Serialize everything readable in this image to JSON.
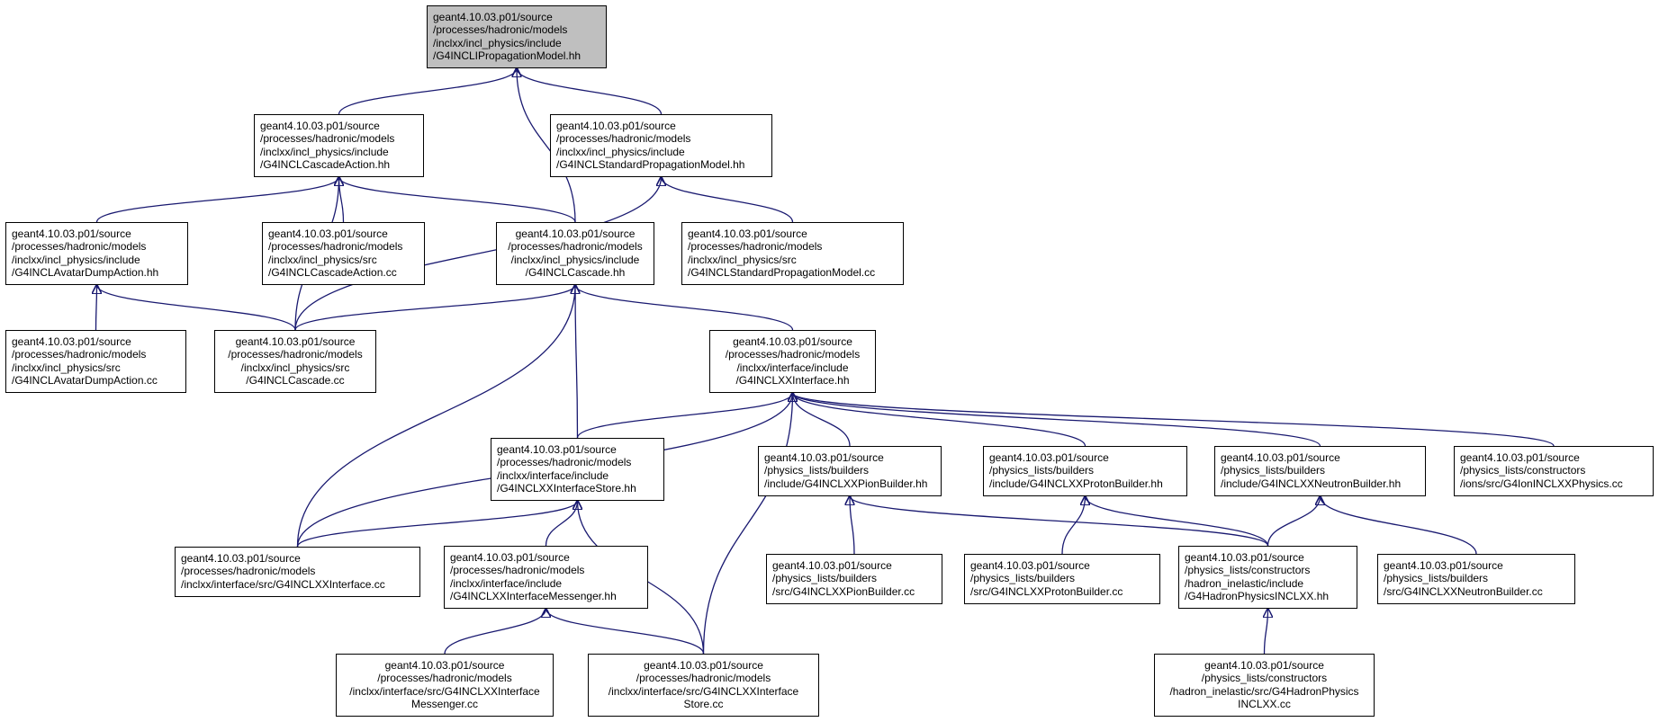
{
  "nodes": [
    {
      "id": "n0",
      "lines": [
        "geant4.10.03.p01/source",
        "/processes/hadronic/models",
        "/inclxx/incl_physics/include",
        "/G4INCLIPropagationModel.hh"
      ],
      "root": true
    },
    {
      "id": "n1",
      "lines": [
        "geant4.10.03.p01/source",
        "/processes/hadronic/models",
        "/inclxx/incl_physics/include",
        "/G4INCLCascadeAction.hh"
      ]
    },
    {
      "id": "n2",
      "lines": [
        "geant4.10.03.p01/source",
        "/processes/hadronic/models",
        "/inclxx/incl_physics/include",
        "/G4INCLStandardPropagationModel.hh"
      ]
    },
    {
      "id": "n3",
      "lines": [
        "geant4.10.03.p01/source",
        "/processes/hadronic/models",
        "/inclxx/incl_physics/include",
        "/G4INCLAvatarDumpAction.hh"
      ]
    },
    {
      "id": "n4",
      "lines": [
        "geant4.10.03.p01/source",
        "/processes/hadronic/models",
        "/inclxx/incl_physics/src",
        "/G4INCLCascadeAction.cc"
      ]
    },
    {
      "id": "n5",
      "lines": [
        "geant4.10.03.p01/source",
        "/processes/hadronic/models",
        "/inclxx/incl_physics/include",
        "/G4INCLCascade.hh"
      ]
    },
    {
      "id": "n6",
      "lines": [
        "geant4.10.03.p01/source",
        "/processes/hadronic/models",
        "/inclxx/incl_physics/src",
        "/G4INCLStandardPropagationModel.cc"
      ]
    },
    {
      "id": "n7",
      "lines": [
        "geant4.10.03.p01/source",
        "/processes/hadronic/models",
        "/inclxx/incl_physics/src",
        "/G4INCLAvatarDumpAction.cc"
      ]
    },
    {
      "id": "n8",
      "lines": [
        "geant4.10.03.p01/source",
        "/processes/hadronic/models",
        "/inclxx/incl_physics/src",
        "/G4INCLCascade.cc"
      ]
    },
    {
      "id": "n9",
      "lines": [
        "geant4.10.03.p01/source",
        "/processes/hadronic/models",
        "/inclxx/interface/include",
        "/G4INCLXXInterface.hh"
      ]
    },
    {
      "id": "n10",
      "lines": [
        "geant4.10.03.p01/source",
        "/processes/hadronic/models",
        "/inclxx/interface/include",
        "/G4INCLXXInterfaceStore.hh"
      ]
    },
    {
      "id": "n11",
      "lines": [
        "geant4.10.03.p01/source",
        "/physics_lists/builders",
        "/include/G4INCLXXPionBuilder.hh"
      ]
    },
    {
      "id": "n12",
      "lines": [
        "geant4.10.03.p01/source",
        "/physics_lists/builders",
        "/include/G4INCLXXProtonBuilder.hh"
      ]
    },
    {
      "id": "n13",
      "lines": [
        "geant4.10.03.p01/source",
        "/physics_lists/builders",
        "/include/G4INCLXXNeutronBuilder.hh"
      ]
    },
    {
      "id": "n14",
      "lines": [
        "geant4.10.03.p01/source",
        "/physics_lists/constructors",
        "/ions/src/G4IonINCLXXPhysics.cc"
      ]
    },
    {
      "id": "n15",
      "lines": [
        "geant4.10.03.p01/source",
        "/processes/hadronic/models",
        "/inclxx/interface/src/G4INCLXXInterface.cc"
      ]
    },
    {
      "id": "n16",
      "lines": [
        "geant4.10.03.p01/source",
        "/processes/hadronic/models",
        "/inclxx/interface/include",
        "/G4INCLXXInterfaceMessenger.hh"
      ]
    },
    {
      "id": "n17",
      "lines": [
        "geant4.10.03.p01/source",
        "/physics_lists/builders",
        "/src/G4INCLXXPionBuilder.cc"
      ]
    },
    {
      "id": "n18",
      "lines": [
        "geant4.10.03.p01/source",
        "/physics_lists/builders",
        "/src/G4INCLXXProtonBuilder.cc"
      ]
    },
    {
      "id": "n19",
      "lines": [
        "geant4.10.03.p01/source",
        "/physics_lists/constructors",
        "/hadron_inelastic/include",
        "/G4HadronPhysicsINCLXX.hh"
      ]
    },
    {
      "id": "n20",
      "lines": [
        "geant4.10.03.p01/source",
        "/physics_lists/builders",
        "/src/G4INCLXXNeutronBuilder.cc"
      ]
    },
    {
      "id": "n21",
      "lines": [
        "geant4.10.03.p01/source",
        "/processes/hadronic/models",
        "/inclxx/interface/src/G4INCLXXInterface",
        "Messenger.cc"
      ]
    },
    {
      "id": "n22",
      "lines": [
        "geant4.10.03.p01/source",
        "/processes/hadronic/models",
        "/inclxx/interface/src/G4INCLXXInterface",
        "Store.cc"
      ]
    },
    {
      "id": "n23",
      "lines": [
        "geant4.10.03.p01/source",
        "/physics_lists/constructors",
        "/hadron_inelastic/src/G4HadronPhysics",
        "INCLXX.cc"
      ]
    }
  ],
  "edges": [
    [
      "n1",
      "n0"
    ],
    [
      "n2",
      "n0"
    ],
    [
      "n5",
      "n0"
    ],
    [
      "n3",
      "n1"
    ],
    [
      "n4",
      "n1"
    ],
    [
      "n5",
      "n1"
    ],
    [
      "n8",
      "n1"
    ],
    [
      "n6",
      "n2"
    ],
    [
      "n8",
      "n2"
    ],
    [
      "n7",
      "n3"
    ],
    [
      "n8",
      "n3"
    ],
    [
      "n8",
      "n5"
    ],
    [
      "n9",
      "n5"
    ],
    [
      "n10",
      "n5"
    ],
    [
      "n15",
      "n5"
    ],
    [
      "n10",
      "n9"
    ],
    [
      "n11",
      "n9"
    ],
    [
      "n12",
      "n9"
    ],
    [
      "n13",
      "n9"
    ],
    [
      "n14",
      "n9"
    ],
    [
      "n15",
      "n9"
    ],
    [
      "n22",
      "n9"
    ],
    [
      "n15",
      "n10"
    ],
    [
      "n16",
      "n10"
    ],
    [
      "n22",
      "n10"
    ],
    [
      "n17",
      "n11"
    ],
    [
      "n19",
      "n11"
    ],
    [
      "n18",
      "n12"
    ],
    [
      "n19",
      "n12"
    ],
    [
      "n19",
      "n13"
    ],
    [
      "n20",
      "n13"
    ],
    [
      "n21",
      "n16"
    ],
    [
      "n22",
      "n16"
    ],
    [
      "n23",
      "n19"
    ]
  ]
}
